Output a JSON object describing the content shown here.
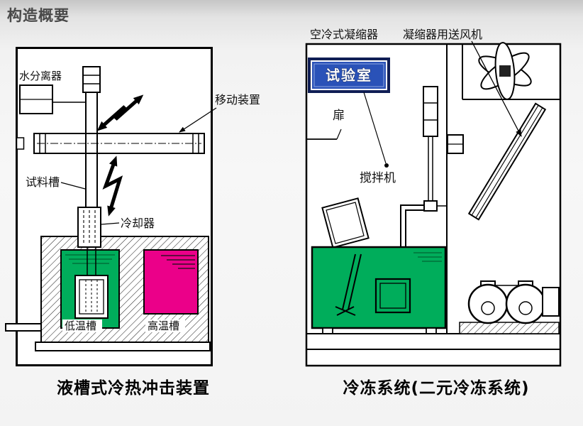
{
  "page": {
    "title": "构造概要"
  },
  "left": {
    "caption": "液槽式冷热冲击装置",
    "labels": {
      "water_separator": "水分离器",
      "moving_device": "移动装置",
      "sample_tank": "试料槽",
      "cooler": "冷却器",
      "low_temp_tank": "低温槽",
      "high_temp_tank": "高温槽"
    },
    "colors": {
      "low_temp": "#00AD5B",
      "high_temp": "#EB0089"
    }
  },
  "right": {
    "caption": "冷冻系统(二元冷冻系统)",
    "labels": {
      "air_cooled_condenser": "空冷式凝缩器",
      "condenser_fan": "凝缩器用送风机",
      "test_chamber": "试验室",
      "door": "扉",
      "agitator": "搅拌机"
    },
    "colors": {
      "chamber_fill": "#2A52B8",
      "chamber_border": "#101E55",
      "tank": "#00AD5B"
    }
  }
}
